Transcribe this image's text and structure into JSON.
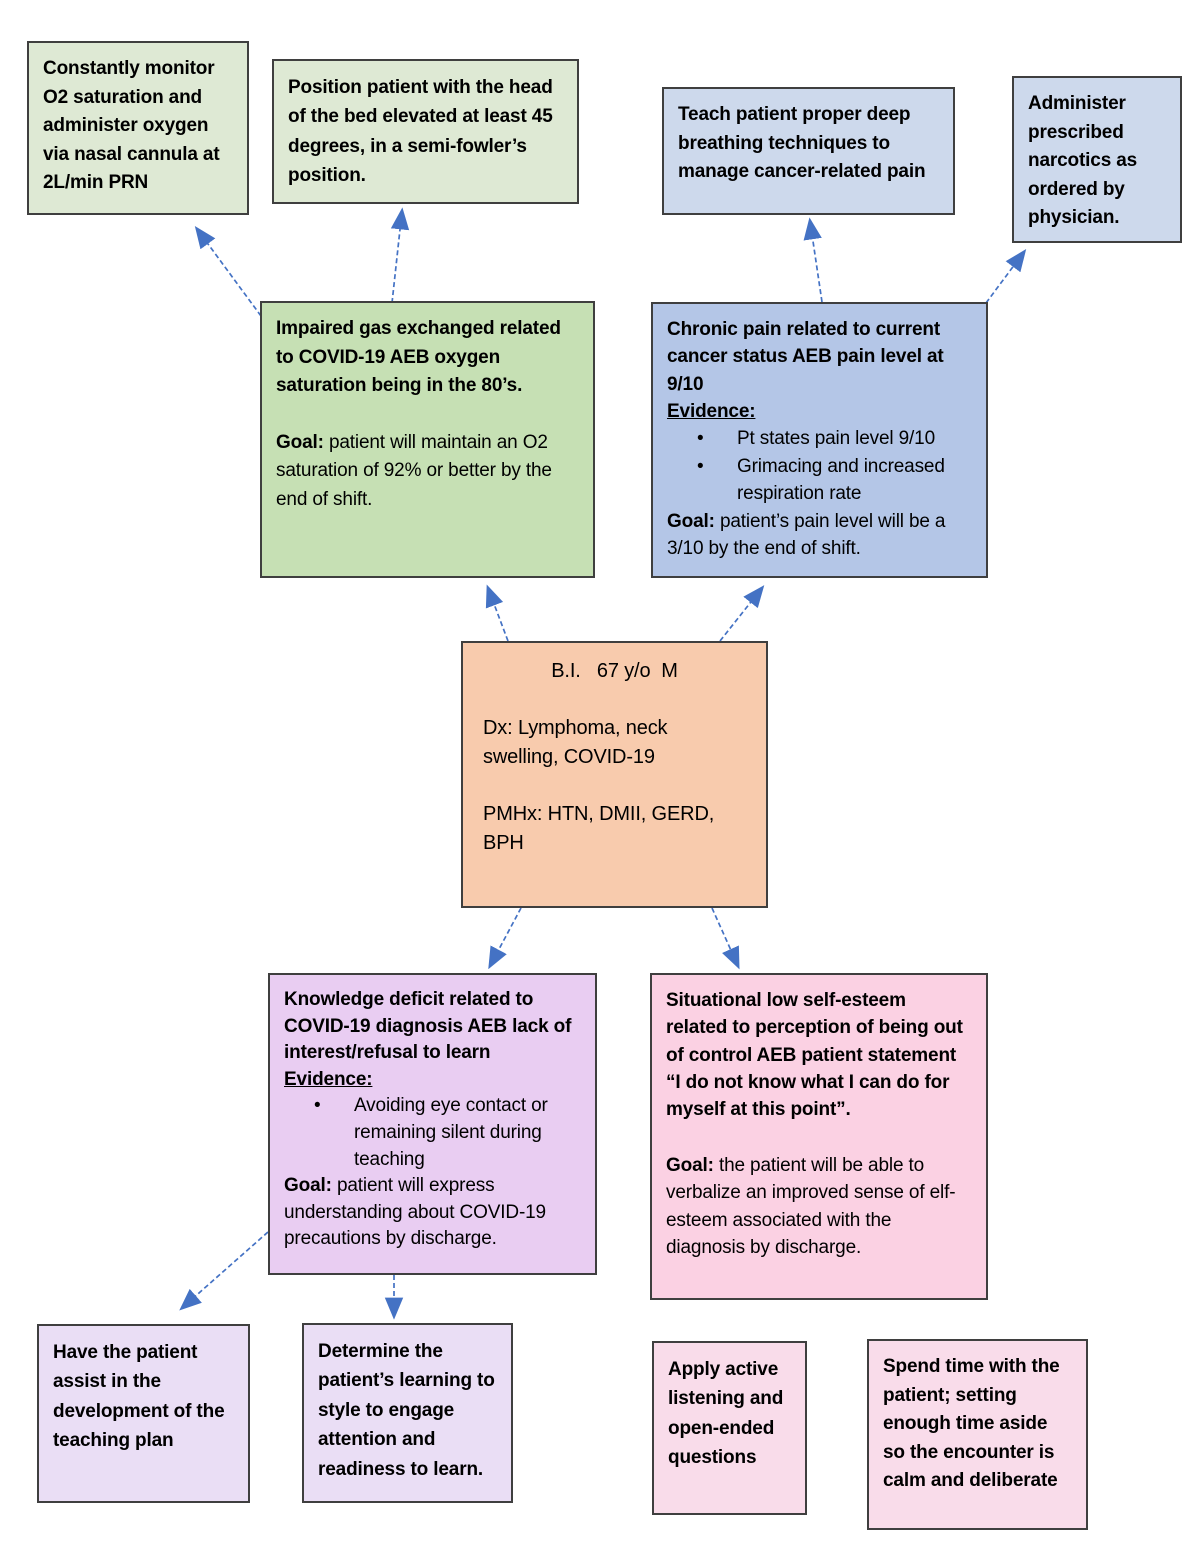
{
  "palette": {
    "green_light": "#dee9d4",
    "green": "#c6e0b4",
    "blue_light": "#cdd9ec",
    "blue": "#b4c6e7",
    "orange": "#f8cbad",
    "purple": "#e9cdf2",
    "purple_light": "#eadef5",
    "pink": "#fbd1e3",
    "pink_light": "#f9dcea",
    "border": "#3f3f3f",
    "arrow": "#4472c4"
  },
  "boxes": {
    "monitor_o2": {
      "text": "Constantly monitor O2 saturation and administer oxygen via nasal cannula at 2L/min PRN"
    },
    "position_patient": {
      "text": "Position patient with the head of the bed elevated at least 45 degrees, in a semi-fowler’s position."
    },
    "teach_breathing": {
      "text": "Teach patient proper deep breathing techniques to manage cancer-related pain"
    },
    "administer_narcotics": {
      "text": "Administer prescribed narcotics as ordered by physician."
    },
    "gas_exchange": {
      "diagnosis": "Impaired gas exchanged related to COVID-19 AEB oxygen saturation being in the 80’s.",
      "goal_label": "Goal:",
      "goal": " patient will maintain an O2 saturation of 92% or better by the end of shift."
    },
    "chronic_pain": {
      "diagnosis": "Chronic pain related to current cancer status AEB pain level at 9/10",
      "evidence_label": "Evidence:",
      "evidence": [
        "Pt states pain level 9/10",
        "Grimacing and increased respiration rate"
      ],
      "goal_label": "Goal:",
      "goal": " patient’s pain level will be a 3/10 by the end of shift."
    },
    "patient": {
      "header": "B.I.   67 y/o  M",
      "dx": "Dx: Lymphoma, neck swelling, COVID-19",
      "pmhx": "PMHx: HTN, DMII, GERD, BPH"
    },
    "knowledge_deficit": {
      "diagnosis": "Knowledge deficit related to COVID-19 diagnosis AEB lack of interest/refusal to learn",
      "evidence_label": "Evidence:",
      "evidence": [
        "Avoiding eye contact or remaining silent during teaching"
      ],
      "goal_label": "Goal:",
      "goal": " patient will express understanding about COVID-19 precautions by discharge."
    },
    "low_self_esteem": {
      "diagnosis": "Situational low self-esteem related to perception of being out of control AEB patient statement “I do not know what I can do for myself at this point”.",
      "goal_label": "Goal:",
      "goal": " the patient will be able to verbalize an improved sense of elf-esteem associated with the diagnosis by discharge."
    },
    "teaching_plan": {
      "text": "Have the patient assist in the development of the teaching plan"
    },
    "learning_style": {
      "text": "Determine the patient’s learning to style to engage attention and readiness to learn."
    },
    "active_listening": {
      "text": "Apply active listening and open-ended questions"
    },
    "spend_time": {
      "text": "Spend time with the patient; setting enough time aside so the encounter is calm and deliberate"
    }
  },
  "edges": [
    {
      "from": "gas_exchange",
      "to": "monitor_o2"
    },
    {
      "from": "gas_exchange",
      "to": "position_patient"
    },
    {
      "from": "chronic_pain",
      "to": "teach_breathing"
    },
    {
      "from": "chronic_pain",
      "to": "administer_narcotics"
    },
    {
      "from": "patient",
      "to": "gas_exchange"
    },
    {
      "from": "patient",
      "to": "chronic_pain"
    },
    {
      "from": "patient",
      "to": "knowledge_deficit"
    },
    {
      "from": "patient",
      "to": "low_self_esteem"
    },
    {
      "from": "knowledge_deficit",
      "to": "teaching_plan"
    },
    {
      "from": "knowledge_deficit",
      "to": "learning_style"
    }
  ]
}
